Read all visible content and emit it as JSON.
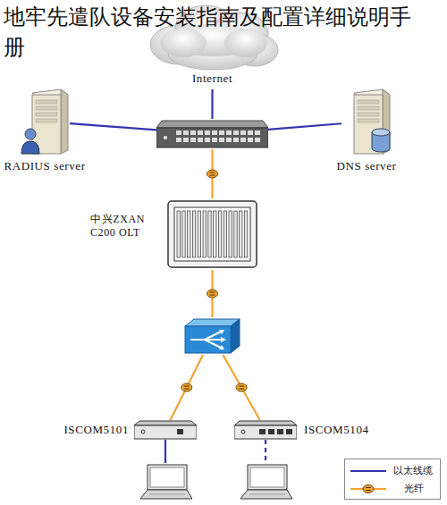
{
  "diagram": {
    "title": "地牢先遣队设备安装指南及配置详细说明手册",
    "nodes": [
      {
        "text": [
          "Internet"
        ]
      },
      {
        "text": [
          "RADIUS server"
        ]
      },
      {
        "text": []
      },
      {
        "text": [
          "DNS server"
        ]
      },
      {
        "text": [
          "中兴ZXAN C200 OLT"
        ]
      },
      {
        "text": []
      },
      {
        "text": [
          "ISCOM5101"
        ]
      },
      {
        "text": [
          "ISCOM5104"
        ]
      },
      {
        "text": []
      },
      {
        "text": []
      }
    ],
    "edges": [
      {
        "from": 2,
        "to": 0,
        "arrow": "none"
      },
      {
        "from": 1,
        "to": 2,
        "arrow": "none"
      },
      {
        "from": 2,
        "to": 3,
        "arrow": "none"
      },
      {
        "from": 2,
        "to": 4,
        "arrow": "none"
      },
      {
        "from": 4,
        "to": 5,
        "arrow": "none"
      },
      {
        "from": 5,
        "to": 6,
        "arrow": "none"
      },
      {
        "from": 5,
        "to": 7,
        "arrow": "none"
      },
      {
        "from": 6,
        "to": 8,
        "arrow": "none"
      },
      {
        "from": 7,
        "to": 9,
        "arrow": "none"
      }
    ],
    "legend": [
      {
        "text": "以太线缆"
      },
      {
        "text": "光纤"
      }
    ]
  }
}
